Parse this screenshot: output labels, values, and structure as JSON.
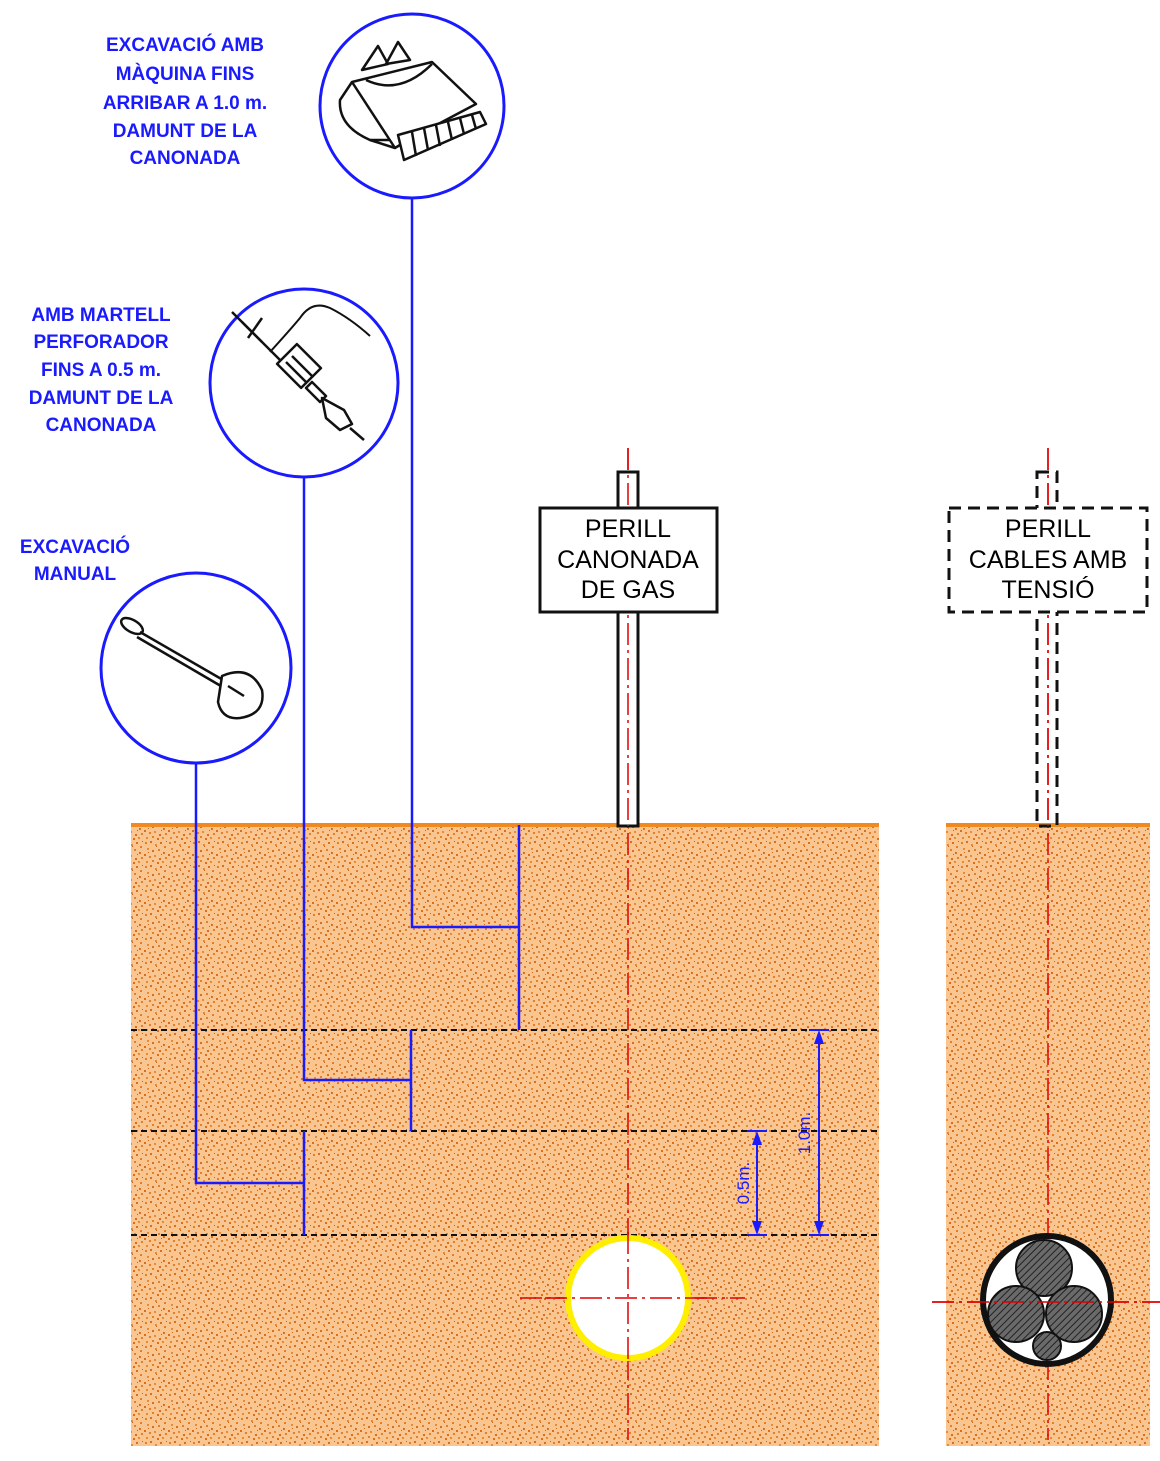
{
  "tools": [
    {
      "id": "excavator",
      "icon": "excavator-bucket-icon",
      "lines": [
        "EXCAVACIÓ AMB",
        "MÀQUINA FINS",
        "ARRIBAR A 1.0 m.",
        "DAMUNT DE LA",
        "CANONADA"
      ]
    },
    {
      "id": "hammer",
      "icon": "jackhammer-icon",
      "lines": [
        "AMB MARTELL",
        "PERFORADOR",
        "FINS A 0.5 m.",
        "DAMUNT DE LA",
        "CANONADA"
      ]
    },
    {
      "id": "manual",
      "icon": "shovel-icon",
      "lines": [
        "EXCAVACIÓ",
        "MANUAL"
      ]
    }
  ],
  "signs": {
    "gas": {
      "lines": [
        "PERILL",
        "CANONADA",
        "DE GAS"
      ]
    },
    "cables": {
      "lines": [
        "PERILL",
        "CABLES AMB",
        "TENSIÓ"
      ]
    }
  },
  "dimensions": {
    "half_meter": "0.5m.",
    "one_meter": "1.0m."
  },
  "colors": {
    "soil": "#f7b06a",
    "soil_dark": "#e0822e",
    "ground_line": "#f08a20",
    "leader": "#1a1aff",
    "pipe": "#ffee00",
    "axis": "#e00000"
  }
}
